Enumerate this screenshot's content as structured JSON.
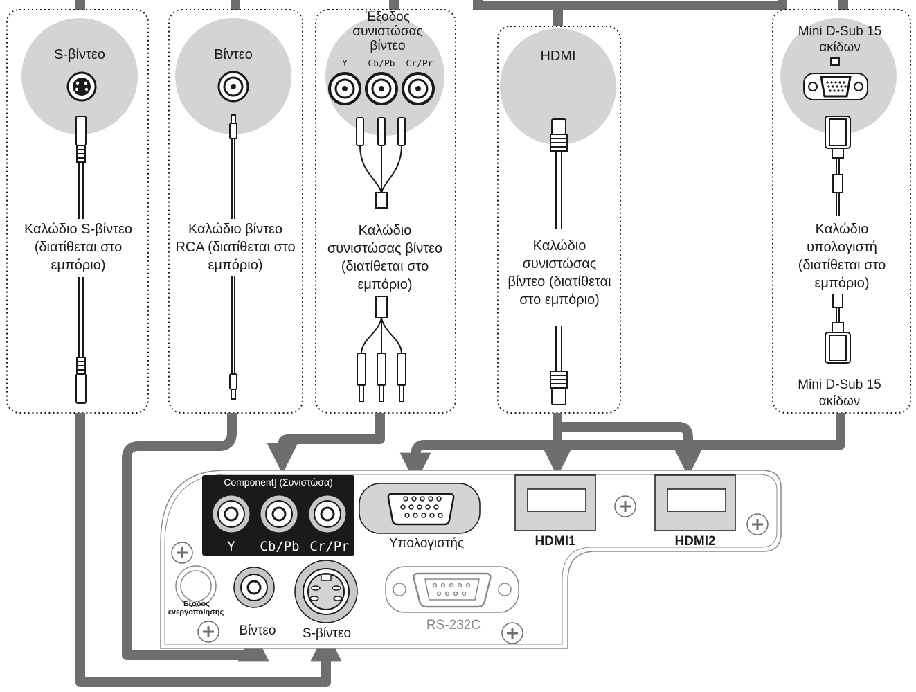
{
  "panels": [
    {
      "port_title": "S-βίντεο",
      "cable_label": "Καλώδιο S-βίντεο (διατίθεται στο εμπόριο)"
    },
    {
      "port_title": "Βίντεο",
      "cable_label": "Καλώδιο βίντεο RCA (διατίθεται στο εμπόριο)"
    },
    {
      "port_title": "Έξοδος συνιστώσας βίντεο",
      "port_sublabels": [
        "Y",
        "Cb/Pb",
        "Cr/Pr"
      ],
      "cable_label": "Καλώδιο συνιστώσας βίντεο (διατίθεται στο εμπόριο)"
    },
    {
      "port_title": "HDMI",
      "cable_label": "Καλώδιο συνιστώσας βίντεο (διατίθεται στο εμπόριο)"
    },
    {
      "port_title": "Mini D-Sub 15 ακίδων",
      "cable_label": "Καλώδιο υπολογιστή (διατίθεται στο εμπόριο)",
      "bottom_label": "Mini D-Sub 15 ακίδων"
    }
  ],
  "projector_panel": {
    "component_header": "Component] (Συνιστώσα)",
    "component_ports": [
      "Y",
      "Cb/Pb",
      "Cr/Pr"
    ],
    "computer_label": "Υπολογιστής",
    "hdmi1_label": "HDMI1",
    "hdmi2_label": "HDMI2",
    "trigger_label": "Έξοδος ενεργοποίησης",
    "video_label": "Βίντεο",
    "svideo_label": "S-βίντεο",
    "rs232_label": "RS-232C"
  },
  "colors": {
    "route": "#6e6e6e",
    "circle": "#d4d4d4",
    "component_block": "#1a1a1a"
  }
}
